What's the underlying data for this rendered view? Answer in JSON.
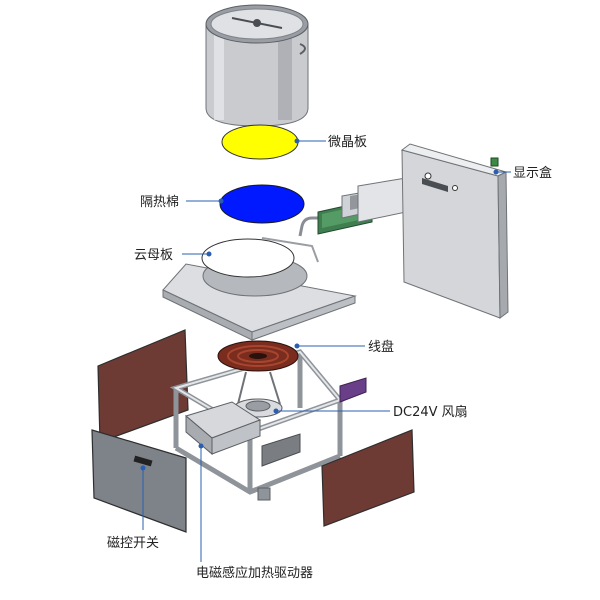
{
  "labels": {
    "glass_plate": "微晶板",
    "display_box": "显示盒",
    "insulation": "隔热棉",
    "mica_plate": "云母板",
    "coil": "线盘",
    "fan": "DC24V 风扇",
    "magnetic_switch": "磁控开关",
    "driver": "电磁感应加热驱动器"
  },
  "colors": {
    "glass_plate": "#ffff00",
    "insulation": "#0019ff",
    "mica_plate": "#ffffff",
    "panel": "#6e3a34",
    "leader": "#2a5fb0"
  }
}
